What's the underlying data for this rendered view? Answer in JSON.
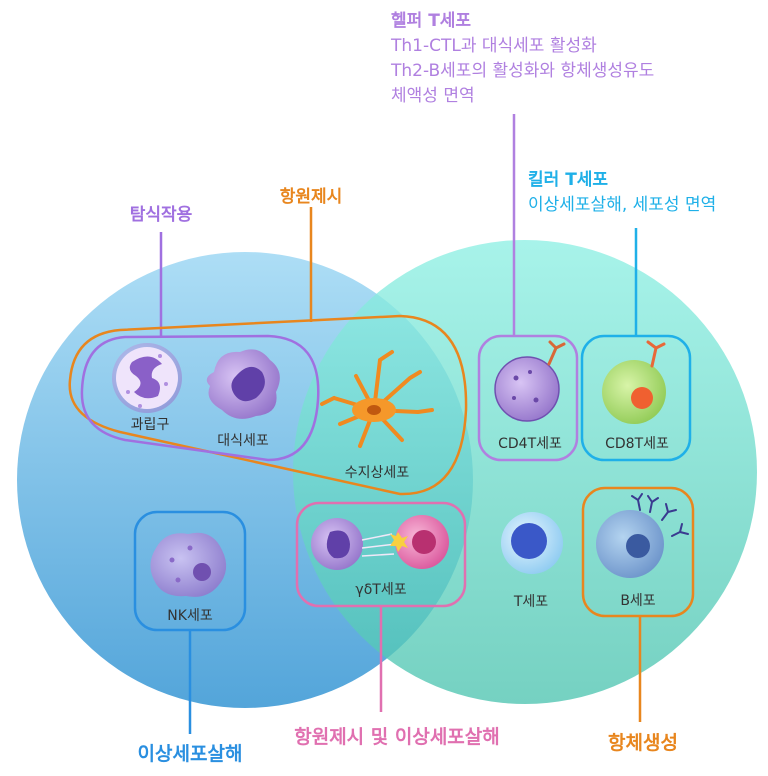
{
  "colors": {
    "innate_circle": "#7fc4e8",
    "adaptive_circle": "#6fded0",
    "phagocytosis": "#a070e0",
    "antigen_presentation": "#e8861e",
    "nk": "#2a8fe0",
    "gamma_delta": "#e070b0",
    "helper": "#b080e0",
    "killer": "#1fb0e8",
    "antibody": "#e8861e"
  },
  "labels": {
    "phagocytosis": "탐식작용",
    "antigen_presentation": "항원제시",
    "helper_title": "헬퍼 T세포",
    "helper_line1": "Th1-CTL과 대식세포 활성화",
    "helper_line2": "Th2-B세포의 활성화와 항체생성유도",
    "helper_line3": "체액성 면역",
    "killer_title": "킬러 T세포",
    "killer_line1": "이상세포살해, 세포성 면역",
    "nk_function": "이상세포살해",
    "gd_function": "항원제시 및 이상세포살해",
    "antibody_function": "항체생성"
  },
  "cells": {
    "granulocyte": "과립구",
    "macrophage": "대식세포",
    "dendritic": "수지상세포",
    "cd4t": "CD4T세포",
    "cd8t": "CD8T세포",
    "nk": "NK세포",
    "gdt": "γδT세포",
    "tcell": "T세포",
    "bcell": "B세포"
  }
}
